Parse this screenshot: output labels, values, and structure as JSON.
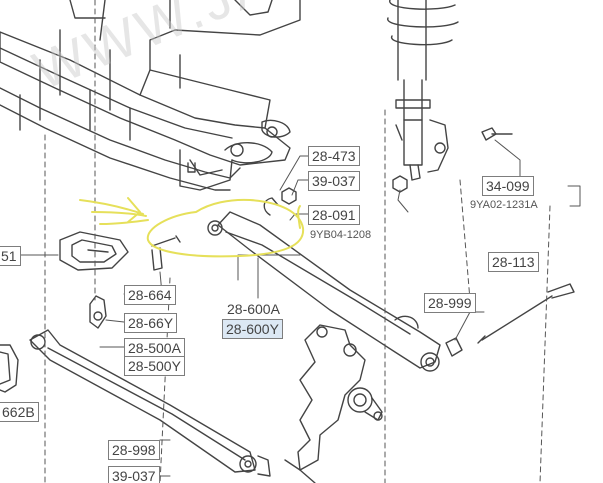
{
  "watermark": "WWW.JAPANCAR",
  "labels": {
    "p28_473": "28-473",
    "p39_037_top": "39-037",
    "p28_091": "28-091",
    "p34_099": "34-099",
    "p28_113": "28-113",
    "p28_999": "28-999",
    "p28_664": "28-664",
    "p28_66y": "28-66Y",
    "p28_600a": "28-600A",
    "p28_600y": "28-600Y",
    "p28_500a": "28-500A",
    "p28_500y": "28-500Y",
    "p28_998": "28-998",
    "p39_037_bottom": "39-037",
    "p662b": "662B",
    "p51": "51"
  },
  "codes": {
    "c9ya02": "9YA02-1231A",
    "c9yb04": "9YB04-1208"
  },
  "colors": {
    "line": "#444444",
    "box_border": "#7d7d7d",
    "highlight_mark": "#e6e05a",
    "highlight_label": "#dce8f4"
  },
  "icons": [
    "bolt-icon",
    "nut-icon",
    "bushing-icon"
  ]
}
